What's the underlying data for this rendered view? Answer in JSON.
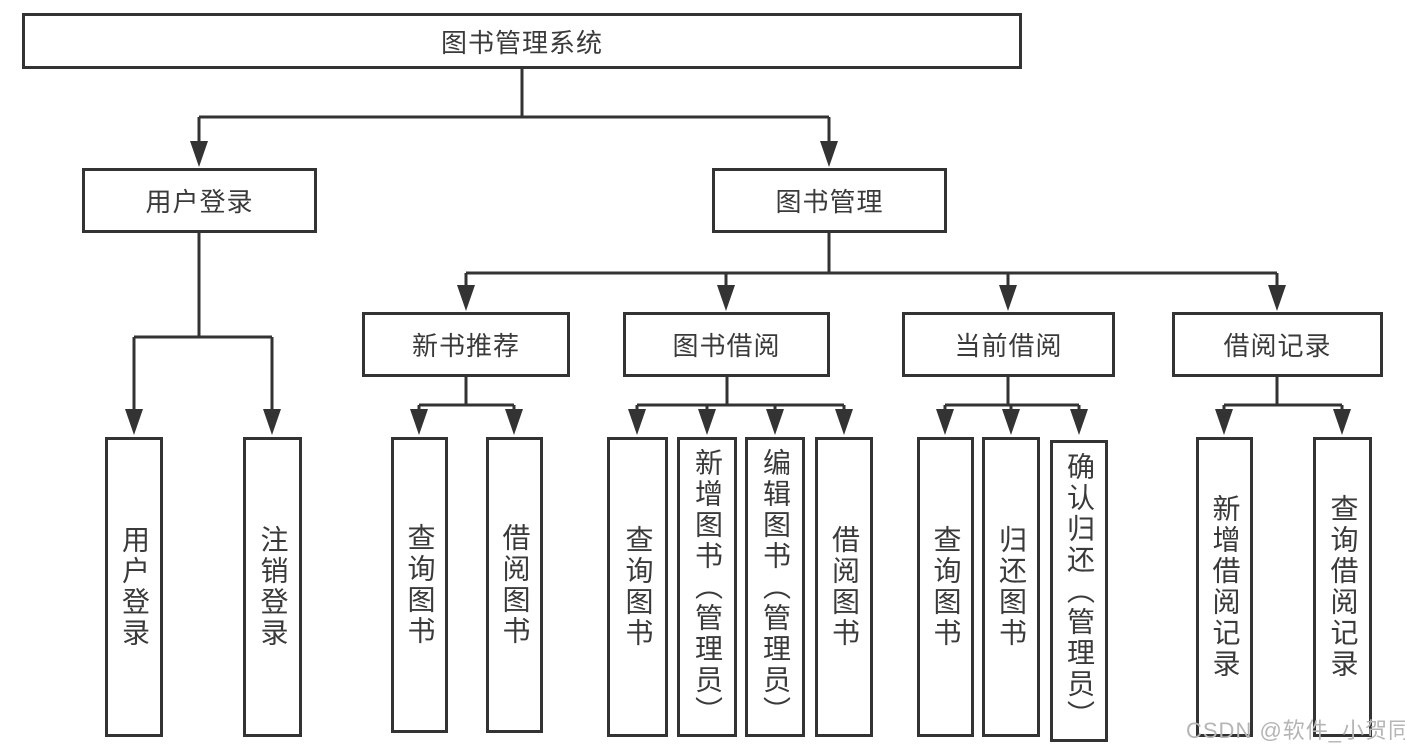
{
  "colors": {
    "border": "#333333",
    "line": "#333333",
    "text": "#3a3a3a",
    "background": "#ffffff",
    "watermark": "#b5b5b5"
  },
  "nodes": {
    "system": "图书管理系统",
    "user_login": "用户登录",
    "book_mgmt": "图书管理",
    "new_book_rec": "新书推荐",
    "book_borrow": "图书借阅",
    "current_borrow": "当前借阅",
    "borrow_record": "借阅记录",
    "login": "用户登录",
    "logout": "注销登录",
    "nb_query": "查询图书",
    "nb_borrow": "借阅图书",
    "bb_query": "查询图书",
    "bb_add": "新增图书（管理员）",
    "bb_edit": "编辑图书（管理员）",
    "bb_borrow": "借阅图书",
    "cb_query": "查询图书",
    "cb_return": "归还图书",
    "cb_confirm": "确认归还（管理员）",
    "br_add": "新增借阅记录",
    "br_query": "查询借阅记录"
  },
  "tree": {
    "label": "图书管理系统",
    "children": [
      {
        "label": "用户登录",
        "children": [
          {
            "label": "用户登录"
          },
          {
            "label": "注销登录"
          }
        ]
      },
      {
        "label": "图书管理",
        "children": [
          {
            "label": "新书推荐",
            "children": [
              {
                "label": "查询图书"
              },
              {
                "label": "借阅图书"
              }
            ]
          },
          {
            "label": "图书借阅",
            "children": [
              {
                "label": "查询图书"
              },
              {
                "label": "新增图书（管理员）"
              },
              {
                "label": "编辑图书（管理员）"
              },
              {
                "label": "借阅图书"
              }
            ]
          },
          {
            "label": "当前借阅",
            "children": [
              {
                "label": "查询图书"
              },
              {
                "label": "归还图书"
              },
              {
                "label": "确认归还（管理员）"
              }
            ]
          },
          {
            "label": "借阅记录",
            "children": [
              {
                "label": "新增借阅记录"
              },
              {
                "label": "查询借阅记录"
              }
            ]
          }
        ]
      }
    ]
  },
  "watermark": {
    "text": "CSDN @软件_小贺同学"
  }
}
